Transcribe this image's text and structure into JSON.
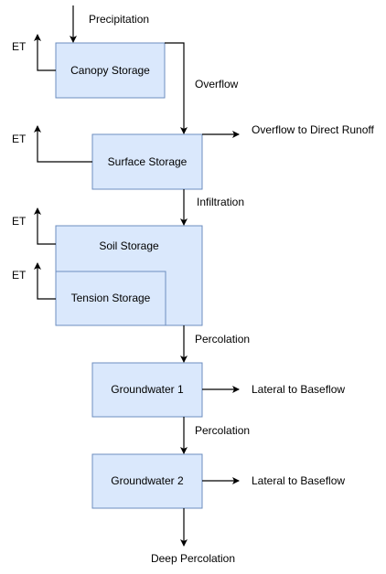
{
  "diagram": {
    "nodes": {
      "canopy": "Canopy Storage",
      "surface": "Surface Storage",
      "soil": "Soil Storage",
      "tension": "Tension Storage",
      "gw1": "Groundwater 1",
      "gw2": "Groundwater 2"
    },
    "labels": {
      "precipitation": "Precipitation",
      "et_canopy": "ET",
      "et_surface": "ET",
      "et_soil": "ET",
      "et_tension": "ET",
      "overflow": "Overflow",
      "overflow_direct_runoff": "Overflow to Direct Runoff",
      "infiltration": "Infiltration",
      "percolation_1": "Percolation",
      "percolation_2": "Percolation",
      "lateral_1": "Lateral to Baseflow",
      "lateral_2": "Lateral to Baseflow",
      "deep_percolation": "Deep Percolation"
    },
    "colors": {
      "box_fill": "#dae8fc",
      "box_stroke": "#6c8ebf",
      "line": "#000000"
    }
  }
}
